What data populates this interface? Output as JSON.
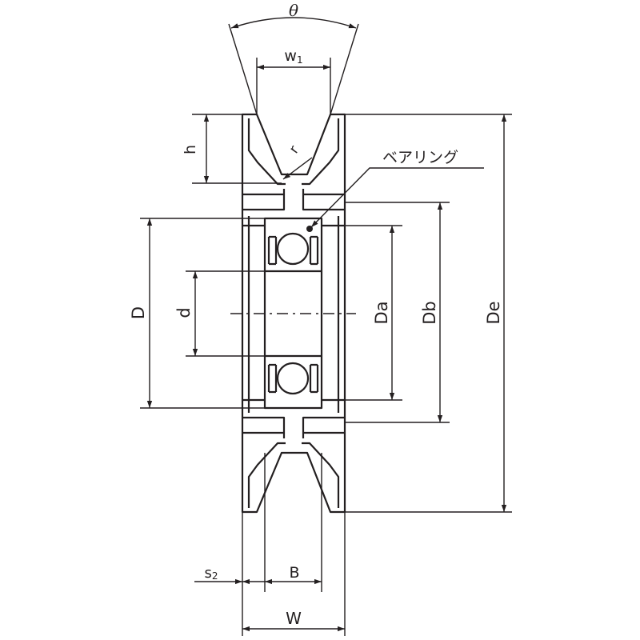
{
  "diagram": {
    "labels": {
      "theta": "θ",
      "w1_main": "w",
      "w1_sub": "1",
      "h": "h",
      "r": "r",
      "bearing": "ベアリング",
      "D": "D",
      "d": "d",
      "Da": "Da",
      "Db": "Db",
      "De": "De",
      "s2_main": "s",
      "s2_sub": "2",
      "B": "B",
      "W": "W"
    },
    "colors": {
      "line": "#231f20",
      "body_fill": "#ffffff",
      "background": "#ffffff"
    }
  }
}
